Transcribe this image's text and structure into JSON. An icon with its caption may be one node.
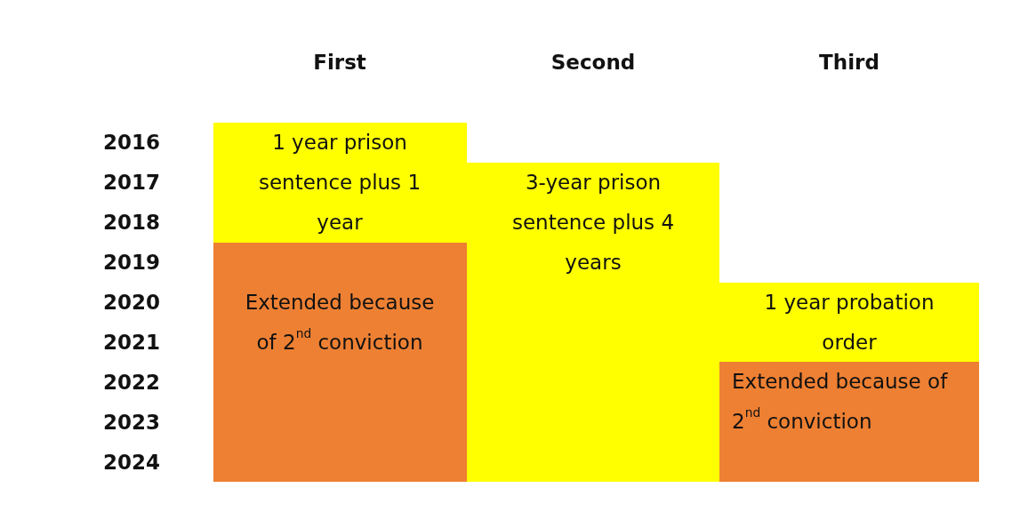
{
  "diagram": {
    "nodes": [
      {
        "text": [
          "1 year prison sentence plus 1 year"
        ]
      },
      {
        "text": [
          "Extended because of 2$^{nd}$ conviction"
        ]
      },
      {
        "text": [
          "3-year prison sentence plus 4 years"
        ]
      },
      {
        "text": [
          "1 year probation order"
        ]
      },
      {
        "text": [
          "Extended because of 2$^{nd}$ conviction"
        ]
      }
    ],
    "labels": [
      "First",
      "Second",
      "Third",
      "2016",
      "2017",
      "2018",
      "2019",
      "2020",
      "2021",
      "2022",
      "2023",
      "2024"
    ]
  }
}
